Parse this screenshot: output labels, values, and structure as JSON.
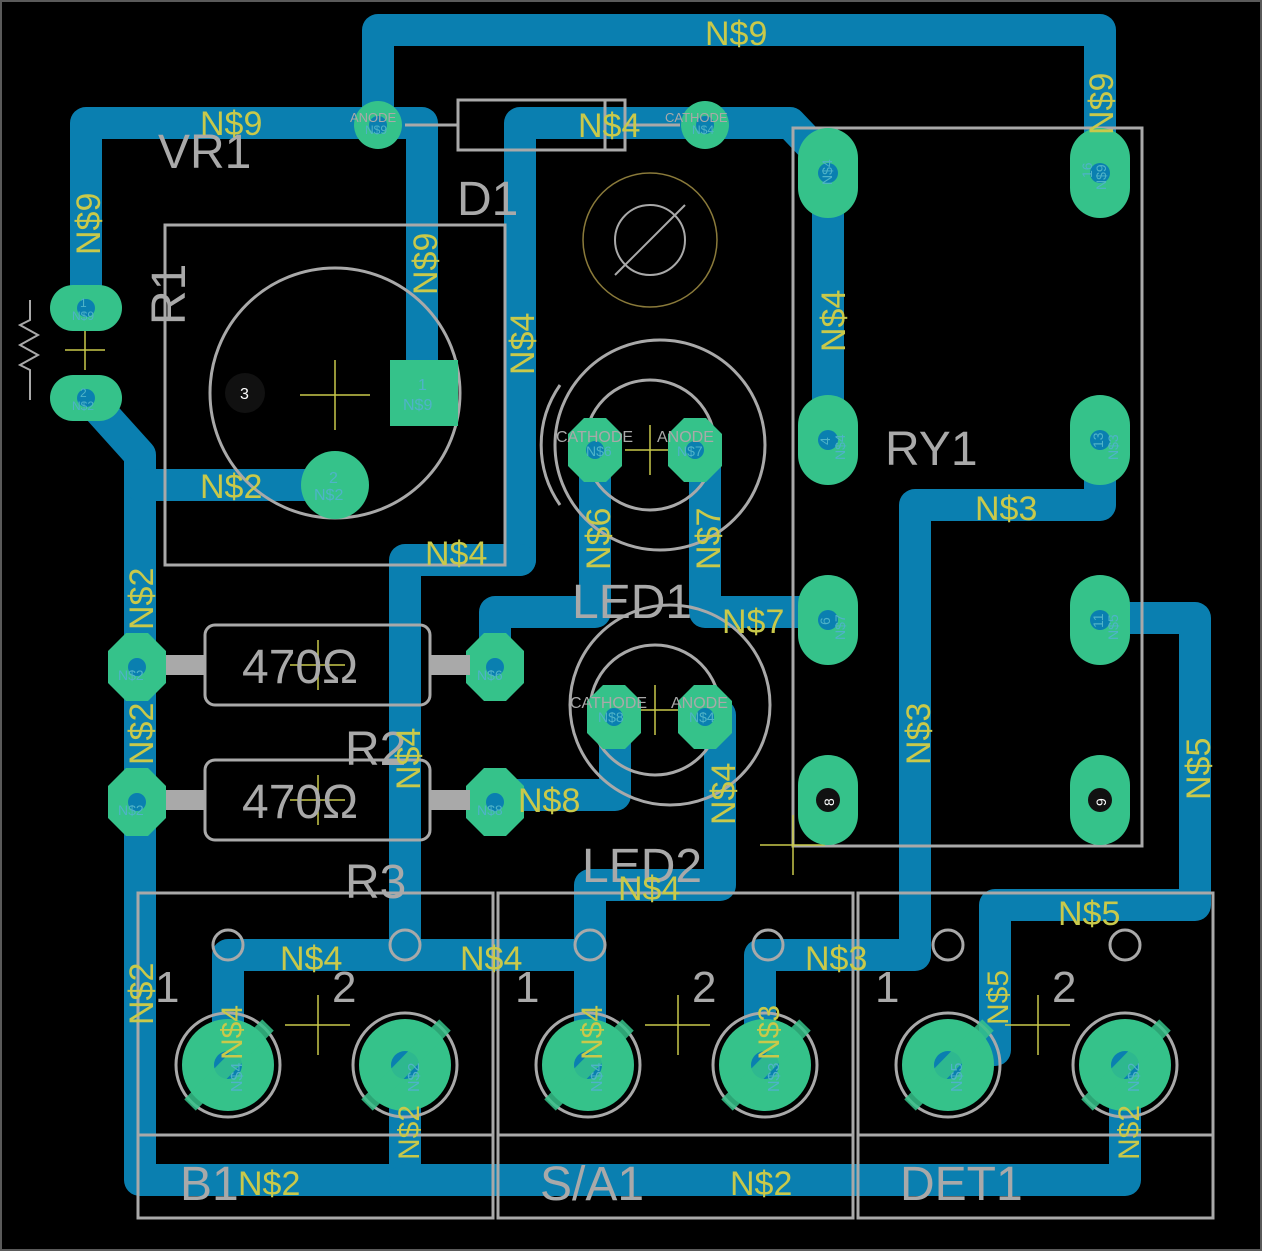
{
  "colors": {
    "background": "#000000",
    "trace": "#0a7fb0",
    "pad": "#35c28a",
    "silkscreen": "#a9a9a9",
    "net_label": "#c9c94a",
    "outline": "#5a5a5a"
  },
  "nets": {
    "n9": "N$9",
    "n4": "N$4",
    "n2": "N$2",
    "n3": "N$3",
    "n5": "N$5",
    "n6": "N$6",
    "n7": "N$7",
    "n8": "N$8"
  },
  "components": {
    "vr1": "VR1",
    "r1": "R1",
    "d1": "D1",
    "ry1": "RY1",
    "led1": "LED1",
    "led2": "LED2",
    "r2": "R2",
    "r3": "R3",
    "b1": "B1",
    "sa1": "S/A1",
    "det1": "DET1"
  },
  "values": {
    "resistor": "470Ω"
  },
  "pins": {
    "anode": "ANODE",
    "cathode": "CATHODE",
    "p1": "1",
    "p2": "2",
    "p3": "3",
    "p4": "4",
    "p6": "6",
    "p8": "8",
    "p9": "9",
    "p11": "11",
    "p13": "13",
    "p16": "16"
  }
}
